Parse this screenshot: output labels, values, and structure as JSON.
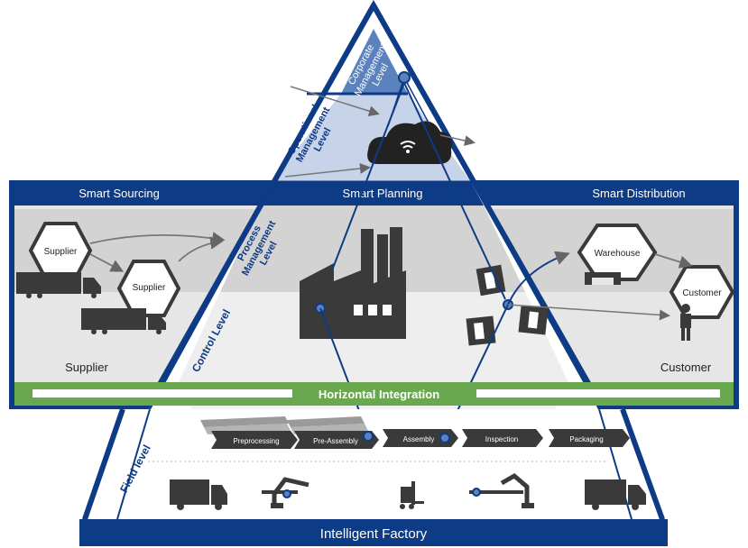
{
  "levels": {
    "corporate": "Corporate Management Level",
    "operational": "Operational Management Level",
    "process": "Process Management Level",
    "control": "Control Level",
    "field": "Field level"
  },
  "sections": {
    "sourcing": "Smart Sourcing",
    "planning": "Smart Planning",
    "distribution": "Smart Distribution"
  },
  "actors": {
    "supplier_hex_1": "Supplier",
    "supplier_hex_2": "Supplier",
    "supplier_caption": "Supplier",
    "warehouse": "Warehouse",
    "customer_hex": "Customer",
    "customer_caption": "Customer"
  },
  "horizontal_integration": "Horizontal Integration",
  "process_steps": [
    "Preprocessing",
    "Pre-Assembly",
    "Assembly",
    "Inspection",
    "Packaging"
  ],
  "footer": "Intelligent Factory",
  "colors": {
    "navy": "#0d3b86",
    "green": "#6aa84f",
    "grey_band": "#d7d7d7",
    "corporate_fill": "#5b82bd",
    "operational_fill": "#b9c9e3",
    "icon_dark": "#3a3a3a"
  }
}
